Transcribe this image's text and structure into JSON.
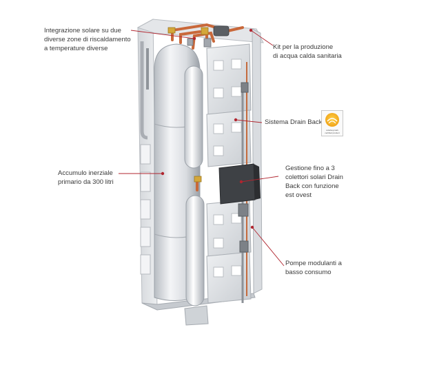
{
  "callouts": {
    "solar_integration": [
      "Integrazione solare su due",
      "diverse zone di riscaldamento",
      "a temperature diverse"
    ],
    "dhw_kit": [
      "Kit per la produzione",
      "di acqua calda sanitaria"
    ],
    "drain_back": [
      "Sistema Drain Back"
    ],
    "buffer_tank": [
      "Accumulo inerziale",
      "primario da 300 litri"
    ],
    "collector_management": [
      "Gestione fino a 3",
      "colettori solari Drain",
      "Back con funzione",
      "est ovest"
    ],
    "pumps": [
      "Pompe modulanti a",
      "basso consumo"
    ]
  },
  "badge": {
    "line1": "solarkeymark",
    "line2": "certified product"
  },
  "colors": {
    "leader_line": "#b0252f",
    "dot": "#b0252f",
    "badge_sun": "#f2a81d",
    "copper": "#c9683a",
    "frame": "#d7d9dc"
  }
}
